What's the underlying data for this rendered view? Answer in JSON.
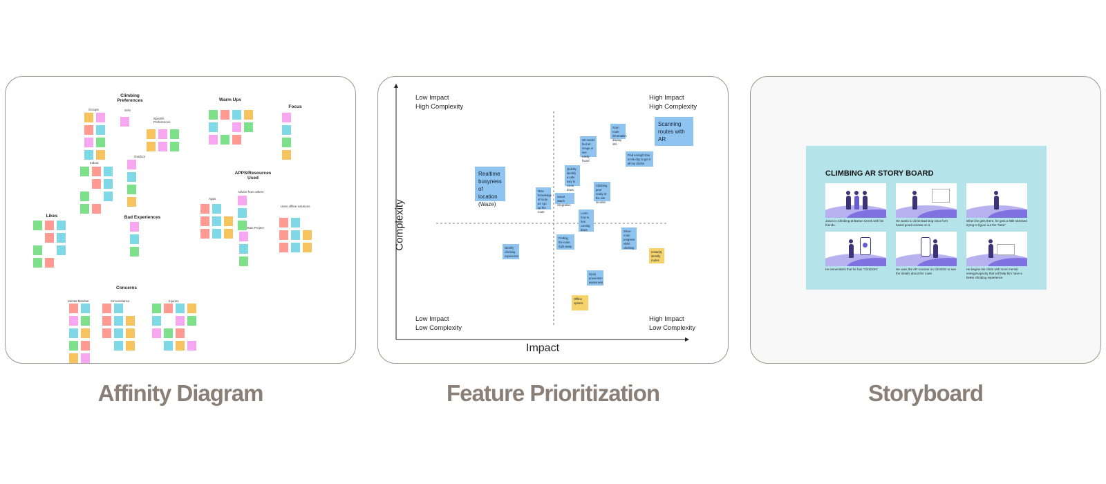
{
  "captions": {
    "affinity": "Affinity Diagram",
    "feature": "Feature Prioritization",
    "story": "Storyboard"
  },
  "affinity": {
    "headings": {
      "climbing": "Climbing Preferences",
      "warmups": "Warm Ups",
      "focus": "Focus",
      "apps": "APPS/Resources Used",
      "likes": "Likes",
      "bad": "Bad Experiences",
      "concerns": "Concerns"
    },
    "subheadings": {
      "groups": "Groups",
      "solo": "Solo",
      "specific": "Specific Preferences",
      "indoor": "Indoor",
      "outdoor": "Outdoor",
      "advice": "Advice from others",
      "apps_label": "Apps",
      "offline": "Uses offline solutions",
      "mountain": "Mountain Project",
      "mental": "Mental Mindset",
      "circumstance": "Circumstance",
      "injuries": "Injuries"
    },
    "colors": [
      "#f7c35f",
      "#7fd8e6",
      "#ff9a93",
      "#7ee08a",
      "#f7a7f0"
    ]
  },
  "feature": {
    "axis_x": "Impact",
    "axis_y": "Complexity",
    "quadrants": {
      "tl": "Low Impact\nHigh Complexity",
      "tr": "High Impact\nHigh Complexity",
      "bl": "Low Impact\nLow Complexity",
      "br": "High Impact\nLow Complexity"
    },
    "notes": {
      "n1": "Scanning routes with AR",
      "n2": "Realtime busyness of location (Waze)",
      "n3": "3D model feel as image or see easily found",
      "n4": "Find enough time in the day to get it all my climbs",
      "n5": "Quickly identify a safe way to come down",
      "n6": "Note knowledge of route as I go up the route",
      "n7": "Smart watch integration",
      "n8": "Climbing gear ready at the site location",
      "n9": "Learn how to fear coming down",
      "n10": "Show route progress while climbing",
      "n11": "Finding the route right away",
      "n12": "Identify climbing experience",
      "n13": "Instantly identify routes",
      "n14": "Injury prevention awareness",
      "n15": "Offline options",
      "n16": "Scan route information display info"
    }
  },
  "story": {
    "title": "CLIMBING AR STORY BOARD",
    "frames": [
      "Jason is Climbing at Barton Creek with his friends.",
      "He wants to climb Bad Dog since he's heard good reviews on it.",
      "When he gets there, he gets a little stressed trying to figure out the \"beta\"",
      "He remembers that he has \"ClimbON\".",
      "He uses the AR scanner on ClimbOn to see the details about the route.",
      "He begins his climb with more mental energy/capacity that will help him have a better climbing experience"
    ]
  }
}
